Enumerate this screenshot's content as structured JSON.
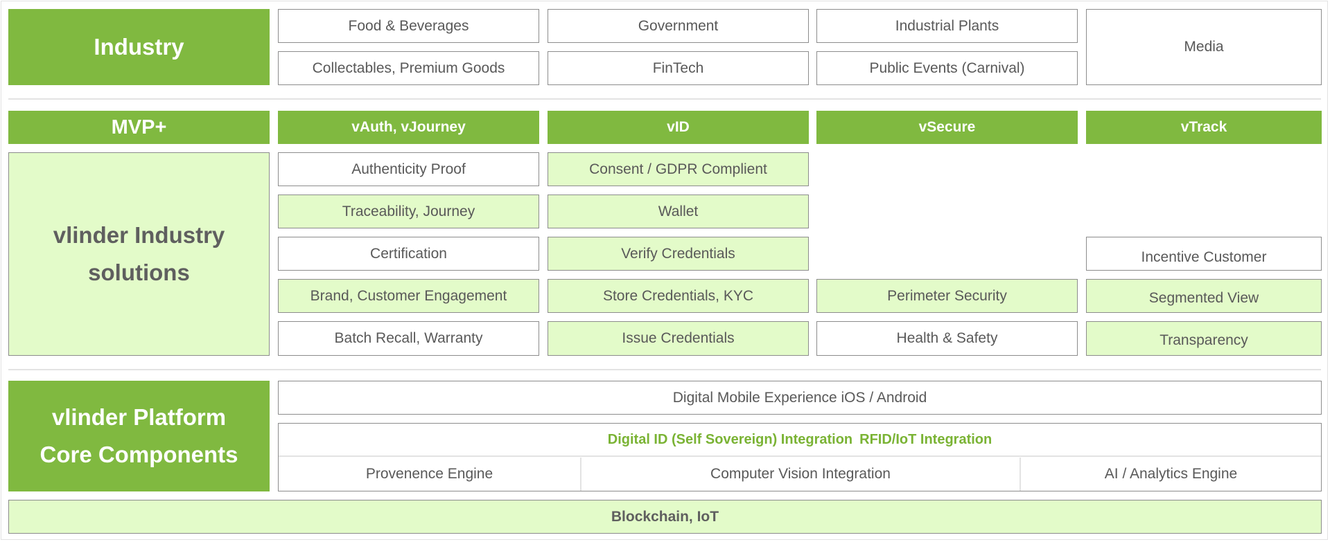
{
  "industry": {
    "label": "Industry",
    "items": [
      "Food & Beverages",
      "Government",
      "Industrial Plants",
      "Media",
      "Collectables, Premium Goods",
      "FinTech",
      "Public Events (Carnival)"
    ]
  },
  "mvp": {
    "label": "MVP+",
    "columns": [
      "vAuth, vJourney",
      "vID",
      "vSecure",
      "vTrack"
    ]
  },
  "solutions": {
    "label_line1": "vlinder Industry",
    "label_line2": "solutions",
    "vauth": [
      "Authenticity Proof",
      "Traceability, Journey",
      "Certification",
      "Brand, Customer Engagement",
      "Batch Recall, Warranty"
    ],
    "vid": [
      "Consent / GDPR Complient",
      "Wallet",
      "Verify Credentials",
      "Store Credentials, KYC",
      "Issue Credentials"
    ],
    "vsecure": [
      "Perimeter Security",
      "Health & Safety"
    ],
    "vtrack": [
      "Incentive Customer",
      "Segmented View",
      "Transparency"
    ]
  },
  "platform": {
    "label_line1": "vlinder Platform",
    "label_line2": "Core Components",
    "mobile": "Digital Mobile Experience iOS / Android",
    "integration_a": "Digital ID (Self Sovereign) Integration",
    "integration_b": "RFID/IoT Integration",
    "engines": [
      "Provenence Engine",
      "Computer Vision Integration",
      "AI / Analytics Engine"
    ]
  },
  "base": "Blockchain, IoT",
  "colors": {
    "accent_green": "#80b940",
    "light_green": "#e3fbc9",
    "border_gray": "#8c8c8c",
    "text_gray": "#595959"
  }
}
